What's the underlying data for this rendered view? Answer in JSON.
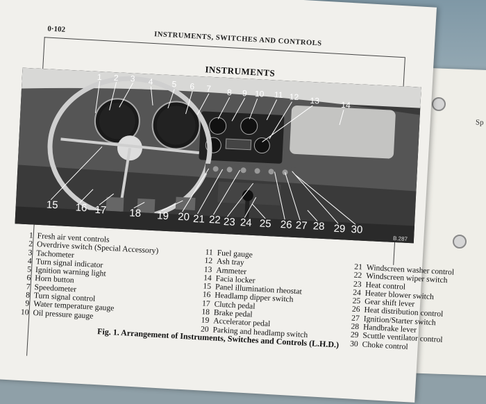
{
  "page": {
    "page_number": "0·102",
    "header": "INSTRUMENTS, SWITCHES AND CONTROLS",
    "section_title": "INSTRUMENTS",
    "photo_code": "B.287",
    "caption": "Fig. 1.   Arrangement of Instruments, Switches and Controls (L.H.D.)",
    "right_page_text": "Sp"
  },
  "callout_numbers": [
    "1",
    "2",
    "3",
    "4",
    "5",
    "6",
    "7",
    "8",
    "9",
    "10",
    "11",
    "12",
    "13",
    "14",
    "15",
    "16",
    "17",
    "18",
    "19",
    "20",
    "21",
    "22",
    "23",
    "24",
    "25",
    "26",
    "27",
    "28",
    "29",
    "30"
  ],
  "legend": {
    "col1": [
      {
        "n": "1",
        "t": "Fresh air vent controls"
      },
      {
        "n": "2",
        "t": "Overdrive switch (Special Accessory)"
      },
      {
        "n": "3",
        "t": "Tachometer"
      },
      {
        "n": "4",
        "t": "Turn signal indicator"
      },
      {
        "n": "5",
        "t": "Ignition warning light"
      },
      {
        "n": "6",
        "t": "Horn button"
      },
      {
        "n": "7",
        "t": "Speedometer"
      },
      {
        "n": "8",
        "t": "Turn signal control"
      },
      {
        "n": "9",
        "t": "Water temperature gauge"
      },
      {
        "n": "10",
        "t": "Oil pressure gauge"
      }
    ],
    "col2": [
      {
        "n": "11",
        "t": "Fuel gauge"
      },
      {
        "n": "12",
        "t": "Ash tray"
      },
      {
        "n": "13",
        "t": "Ammeter"
      },
      {
        "n": "14",
        "t": "Facia locker"
      },
      {
        "n": "15",
        "t": "Panel illumination rheostat"
      },
      {
        "n": "16",
        "t": "Headlamp dipper switch"
      },
      {
        "n": "17",
        "t": "Clutch pedal"
      },
      {
        "n": "18",
        "t": "Brake pedal"
      },
      {
        "n": "19",
        "t": "Accelerator pedal"
      },
      {
        "n": "20",
        "t": "Parking and headlamp switch"
      }
    ],
    "col3": [
      {
        "n": "21",
        "t": "Windscreen washer control"
      },
      {
        "n": "22",
        "t": "Windscreen wiper switch"
      },
      {
        "n": "23",
        "t": "Heat control"
      },
      {
        "n": "24",
        "t": "Heater blower switch"
      },
      {
        "n": "25",
        "t": "Gear shift lever"
      },
      {
        "n": "26",
        "t": "Heat distribution control"
      },
      {
        "n": "27",
        "t": "Ignition/Starter switch"
      },
      {
        "n": "28",
        "t": "Handbrake lever"
      },
      {
        "n": "29",
        "t": "Scuttle ventilator control"
      },
      {
        "n": "30",
        "t": "Choke control"
      }
    ]
  },
  "colors": {
    "paper": "#f1f0ec",
    "ink": "#111111",
    "photo": "#2a2a2a"
  }
}
